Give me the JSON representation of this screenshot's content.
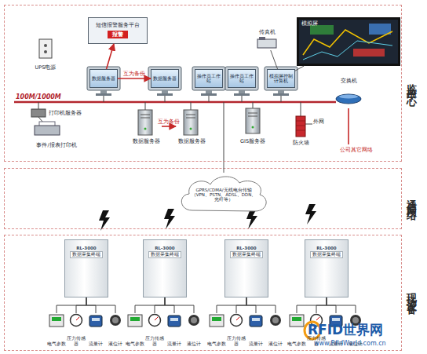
{
  "diagram": {
    "nodes": [
      {
        "text": [
          "监控中心"
        ]
      },
      {
        "text": [
          "UPS电源"
        ],
        "in": 0
      },
      {
        "text": [
          "短信报警服务平台",
          "报警"
        ],
        "in": 0
      },
      {
        "text": [
          "数据服务器"
        ],
        "in": 0
      },
      {
        "text": [
          "数据服务器"
        ],
        "in": 0
      },
      {
        "text": [
          "操作员工作站"
        ],
        "in": 0
      },
      {
        "text": [
          "操作员工作站"
        ],
        "in": 0
      },
      {
        "text": [
          "模拟屏控制计算机"
        ],
        "in": 0
      },
      {
        "text": [
          "传真机"
        ],
        "in": 0
      },
      {
        "text": [
          "模拟屏"
        ],
        "in": 0
      },
      {
        "text": [
          "交换机"
        ],
        "in": 0
      },
      {
        "text": [
          "打印机服务器"
        ],
        "in": 0
      },
      {
        "text": [
          "事件/报表打印机"
        ],
        "in": 0
      },
      {
        "text": [
          "数据服务器"
        ],
        "in": 0
      },
      {
        "text": [
          "数据服务器"
        ],
        "in": 0
      },
      {
        "text": [
          "GIS服务器"
        ],
        "in": 0
      },
      {
        "text": [
          "防火墙"
        ],
        "in": 0
      },
      {
        "text": [
          "公司其它网络"
        ],
        "in": 0
      },
      {
        "text": [
          "通信网络"
        ]
      },
      {
        "text": [
          "GPRS/CDMA/无线电台传输（VPN、PSTN、ADSL、DDN、光纤等）"
        ],
        "in": 18
      },
      {
        "text": [
          "现场设备"
        ]
      },
      {
        "text": [
          "RL-3000",
          "数据采集终端"
        ],
        "in": 20
      },
      {
        "text": [
          "RL-3000",
          "数据采集终端"
        ],
        "in": 20
      },
      {
        "text": [
          "RL-3000",
          "数据采集终端"
        ],
        "in": 20
      },
      {
        "text": [
          "RL-3000",
          "数据采集终端"
        ],
        "in": 20
      },
      {
        "text": [
          "电气参数"
        ],
        "in": 20
      },
      {
        "text": [
          "压力传感器"
        ],
        "in": 20
      },
      {
        "text": [
          "流量计"
        ],
        "in": 20
      },
      {
        "text": [
          "液位计"
        ],
        "in": 20
      },
      {
        "text": [
          "电气参数"
        ],
        "in": 20
      },
      {
        "text": [
          "压力传感器"
        ],
        "in": 20
      },
      {
        "text": [
          "流量计"
        ],
        "in": 20
      },
      {
        "text": [
          "液位计"
        ],
        "in": 20
      },
      {
        "text": [
          "电气参数"
        ],
        "in": 20
      },
      {
        "text": [
          "压力传感器"
        ],
        "in": 20
      },
      {
        "text": [
          "流量计"
        ],
        "in": 20
      },
      {
        "text": [
          "液位计"
        ],
        "in": 20
      },
      {
        "text": [
          "电气参数"
        ],
        "in": 20
      },
      {
        "text": [
          "压力传感器"
        ],
        "in": 20
      },
      {
        "text": [
          "流量计"
        ],
        "in": 20
      },
      {
        "text": [
          "液位计"
        ],
        "in": 20
      }
    ],
    "edges": [
      {
        "from": 3,
        "to": 4,
        "label": "互为备份",
        "arrow": "to"
      },
      {
        "from": 3,
        "to": 2,
        "arrow": "to"
      },
      {
        "from": 7,
        "to": 8,
        "arrow": "none"
      },
      {
        "from": 7,
        "to": 9,
        "arrow": "none"
      },
      {
        "from": 13,
        "to": 14,
        "label": "互为备份",
        "arrow": "to"
      },
      {
        "from": 10,
        "to": 17,
        "arrow": "none"
      },
      {
        "from": 0,
        "to": 19,
        "arrow": "none"
      },
      {
        "from": 21,
        "to": 25,
        "arrow": "none"
      },
      {
        "from": 21,
        "to": 26,
        "arrow": "none"
      },
      {
        "from": 21,
        "to": 27,
        "arrow": "none"
      },
      {
        "from": 21,
        "to": 28,
        "arrow": "none"
      },
      {
        "from": 22,
        "to": 29,
        "arrow": "none"
      },
      {
        "from": 22,
        "to": 30,
        "arrow": "none"
      },
      {
        "from": 22,
        "to": 31,
        "arrow": "none"
      },
      {
        "from": 22,
        "to": 32,
        "arrow": "none"
      },
      {
        "from": 23,
        "to": 33,
        "arrow": "none"
      },
      {
        "from": 23,
        "to": 34,
        "arrow": "none"
      },
      {
        "from": 23,
        "to": 35,
        "arrow": "none"
      },
      {
        "from": 23,
        "to": 36,
        "arrow": "none"
      },
      {
        "from": 24,
        "to": 37,
        "arrow": "none"
      },
      {
        "from": 24,
        "to": 38,
        "arrow": "none"
      },
      {
        "from": 24,
        "to": 39,
        "arrow": "none"
      },
      {
        "from": 24,
        "to": 40,
        "arrow": "none"
      }
    ],
    "labels": [
      "100M/1000M",
      "外网",
      "RFID世界网",
      "www.RfidWorld.com.cn"
    ]
  }
}
